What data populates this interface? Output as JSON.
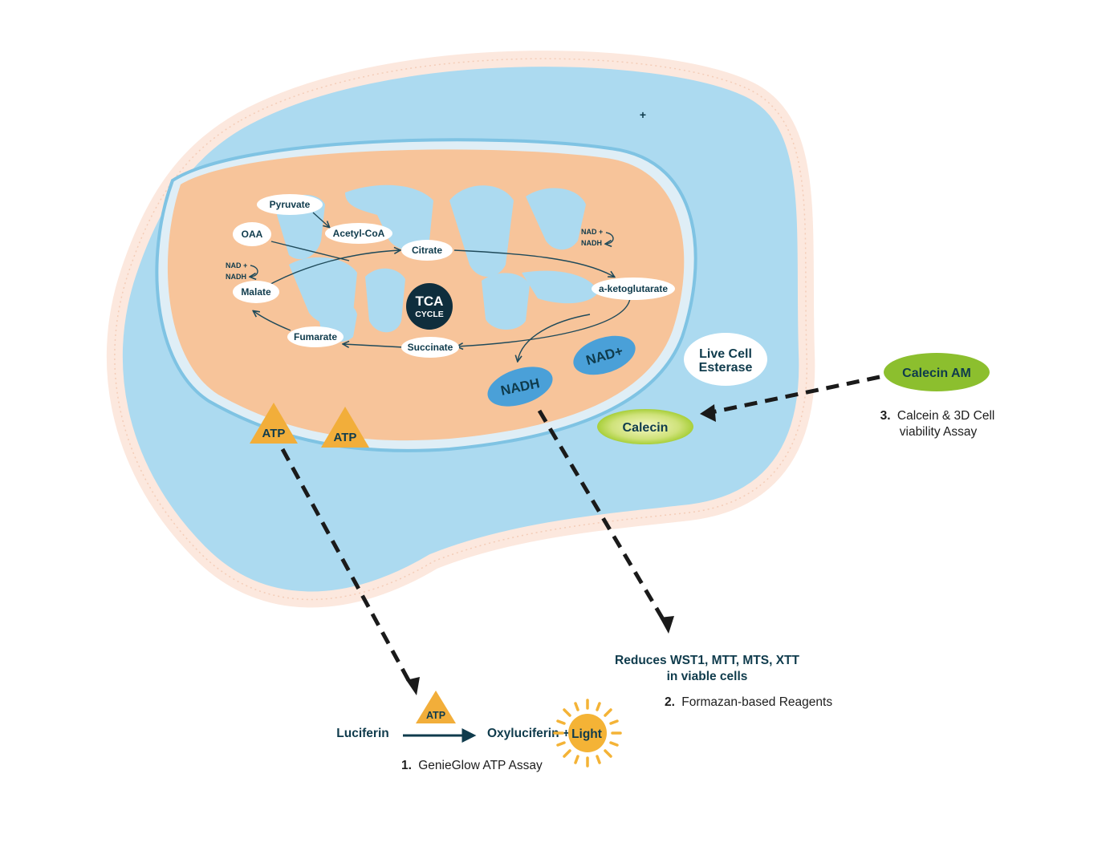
{
  "tca": {
    "center_line1": "TCA",
    "center_line2": "CYCLE",
    "pyruvate": "Pyruvate",
    "acetyl_coa": "Acetyl-CoA",
    "oaa": "OAA",
    "citrate": "Citrate",
    "ketoglutarate": "a-ketoglutarate",
    "succinate": "Succinate",
    "fumarate": "Fumarate",
    "malate": "Malate",
    "nad_plus_small": "NAD +",
    "nadh_small": "NADH"
  },
  "molecules": {
    "nadh": "NADH",
    "nad_plus": "NAD+",
    "atp": "ATP",
    "live_cell_line1": "Live Cell",
    "live_cell_line2": "Esterase",
    "calecin": "Calecin",
    "calecin_am": "Calecin AM",
    "plus_sign": "+"
  },
  "assays": {
    "assay3_number": "3.",
    "assay3_line1": "Calcein & 3D Cell",
    "assay3_line2": "viability Assay",
    "reduces_line1": "Reduces WST1, MTT, MTS, XTT",
    "reduces_line2": "in viable cells",
    "assay2_number": "2.",
    "assay2_label": "Formazan-based Reagents",
    "luciferin": "Luciferin",
    "oxyluciferin": "Oxyluciferin +",
    "light": "Light",
    "atp_reaction": "ATP",
    "assay1_number": "1.",
    "assay1_label": "GenieGlow ATP Assay"
  },
  "colors": {
    "cytoplasm": "#acdaf0",
    "cell_membrane": "#fce8de",
    "matrix": "#f7c49a",
    "cristae": "#a9d8ee",
    "node": "#ffffff",
    "navy_text": "#0f3b4c",
    "nad_blue": "#4aa0d8",
    "atp_orange": "#f2ae3a",
    "green": "#8cbf2e",
    "sun": "#f4b336"
  }
}
